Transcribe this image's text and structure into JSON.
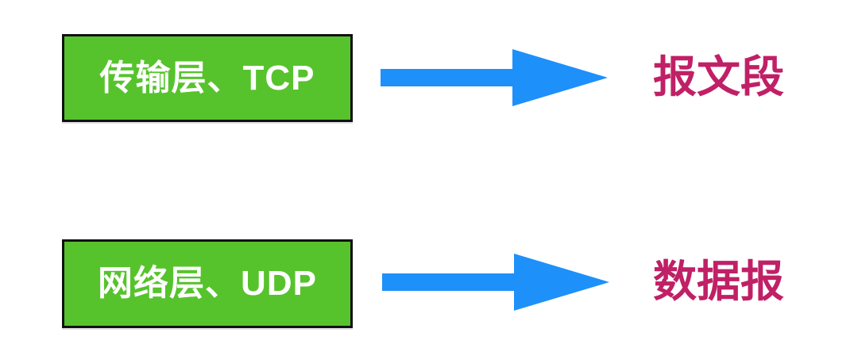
{
  "diagram": {
    "title": "protocol-data-unit-mapping",
    "colors": {
      "background": "#ffffff",
      "box_fill": "#56C32D",
      "box_border": "#111111",
      "box_text": "#ffffff",
      "arrow": "#1E90FA",
      "result_text": "#C02066"
    },
    "rows": [
      {
        "source": "传输层、TCP",
        "result": "报文段"
      },
      {
        "source": "网络层、UDP",
        "result": "数据报"
      }
    ]
  }
}
